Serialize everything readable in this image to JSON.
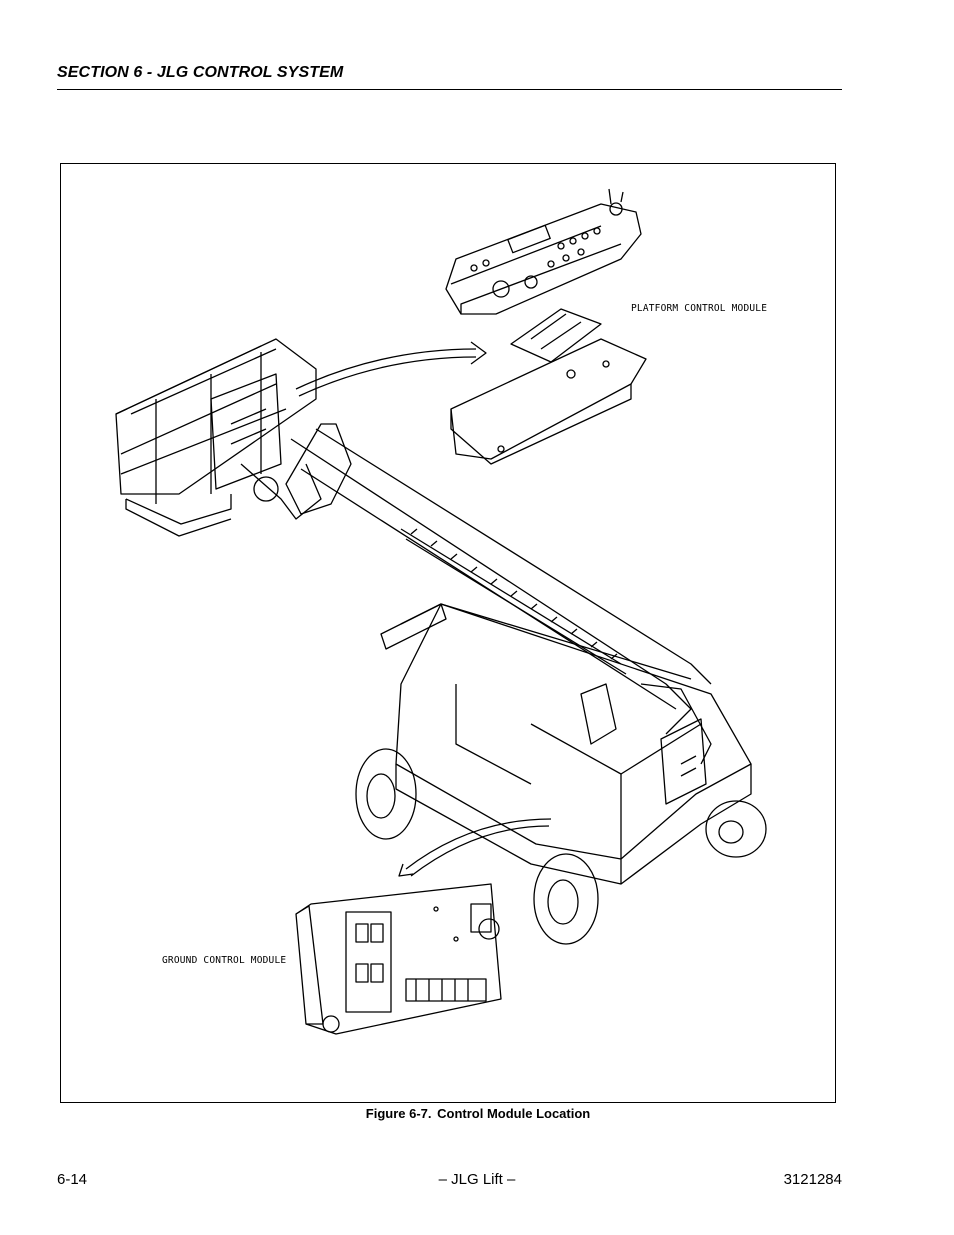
{
  "header": {
    "section_title": "SECTION 6 - JLG CONTROL SYSTEM"
  },
  "figure": {
    "callout_platform": "PLATFORM CONTROL MODULE",
    "callout_ground": "GROUND CONTROL MODULE",
    "caption_number": "Figure 6-7.",
    "caption_text": "Control Module Location"
  },
  "footer": {
    "page_number": "6-14",
    "center_text": "– JLG Lift –",
    "doc_number": "3121284"
  },
  "colors": {
    "ink": "#000000",
    "paper": "#ffffff"
  }
}
